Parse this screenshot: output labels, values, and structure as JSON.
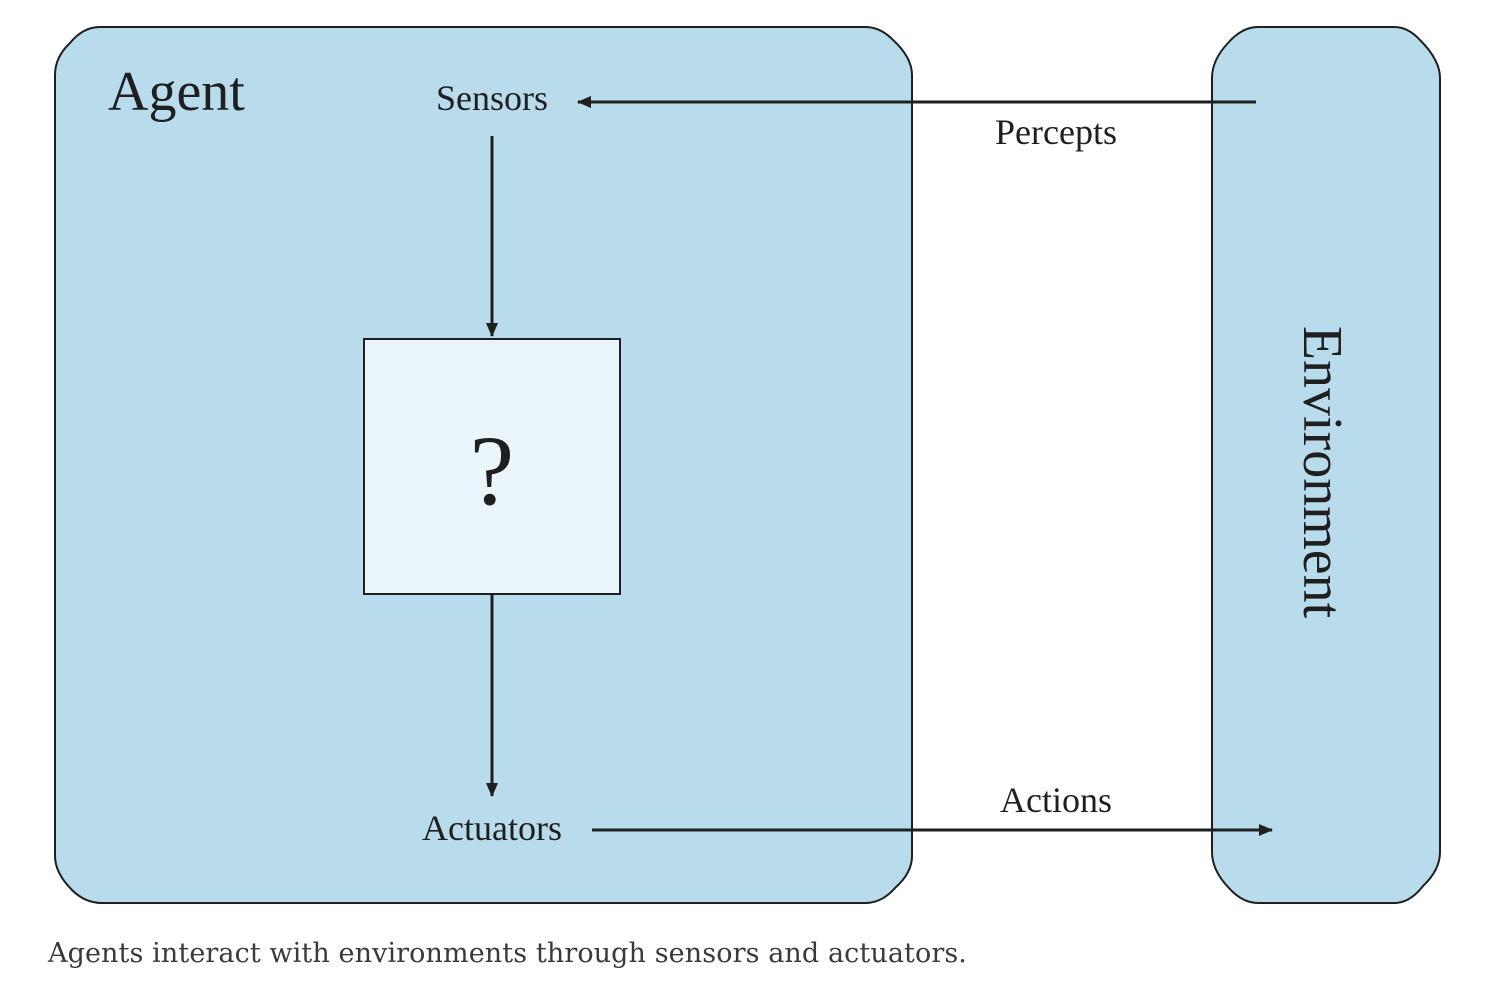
{
  "diagram": {
    "agent": {
      "label": "Agent"
    },
    "sensors": {
      "label": "Sensors"
    },
    "actuators": {
      "label": "Actuators"
    },
    "unknown_box": {
      "label": "?"
    },
    "environment": {
      "label": "Environment"
    },
    "percepts": {
      "label": "Percepts"
    },
    "actions": {
      "label": "Actions"
    }
  },
  "caption": "Agents interact with environments through sensors and actuators.",
  "colors": {
    "panel_fill": "#b8dcec",
    "inner_box_fill": "#eaf5fc",
    "stroke": "#1f1f1f"
  }
}
